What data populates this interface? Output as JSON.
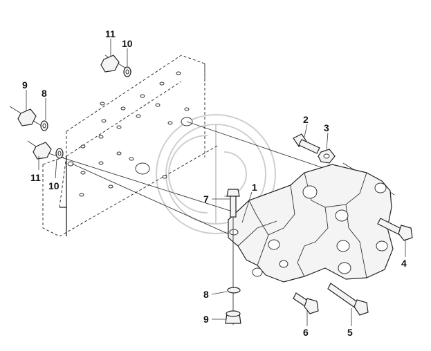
{
  "callouts": [
    {
      "id": "c1",
      "label": "1"
    },
    {
      "id": "c2",
      "label": "2"
    },
    {
      "id": "c3",
      "label": "3"
    },
    {
      "id": "c4",
      "label": "4"
    },
    {
      "id": "c5",
      "label": "5"
    },
    {
      "id": "c6",
      "label": "6"
    },
    {
      "id": "c7",
      "label": "7"
    },
    {
      "id": "c8a",
      "label": "8"
    },
    {
      "id": "c8b",
      "label": "8"
    },
    {
      "id": "c9a",
      "label": "9"
    },
    {
      "id": "c9b",
      "label": "9"
    },
    {
      "id": "c10a",
      "label": "10"
    },
    {
      "id": "c10b",
      "label": "10"
    },
    {
      "id": "c11a",
      "label": "11"
    },
    {
      "id": "c11b",
      "label": "11"
    }
  ]
}
